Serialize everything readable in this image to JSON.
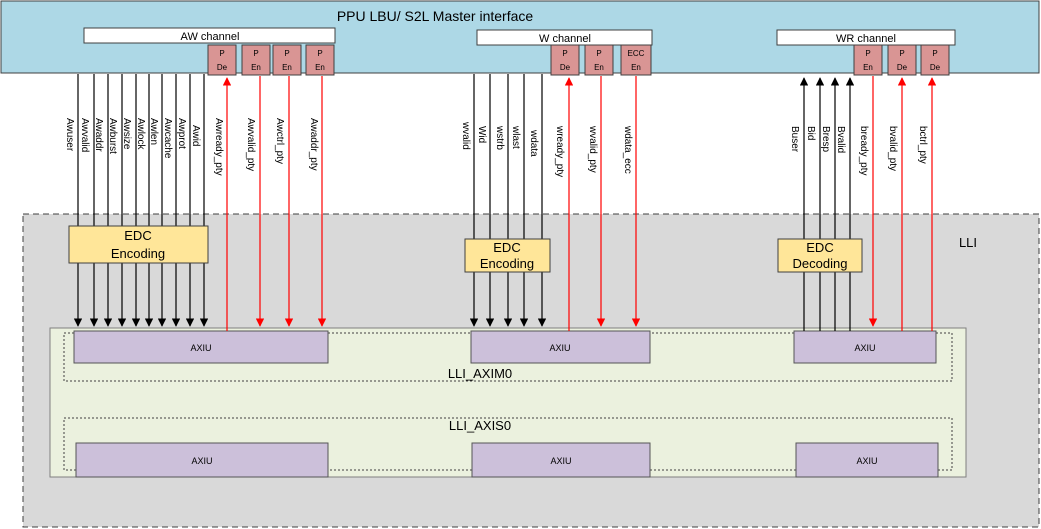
{
  "header": {
    "title": "PPU LBU/ S2L Master interface"
  },
  "channels": [
    {
      "id": "aw",
      "label": "AW channel"
    },
    {
      "id": "w",
      "label": "W channel"
    },
    {
      "id": "wr",
      "label": "WR channel"
    }
  ],
  "parity_boxes": {
    "aw": [
      [
        "P",
        "De"
      ],
      [
        "P",
        "En"
      ],
      [
        "P",
        "En"
      ],
      [
        "P",
        "En"
      ]
    ],
    "w": [
      [
        "P",
        "De"
      ],
      [
        "P",
        "En"
      ],
      [
        "ECC",
        "En"
      ]
    ],
    "wr": [
      [
        "P",
        "En"
      ],
      [
        "P",
        "De"
      ],
      [
        "P",
        "De"
      ]
    ]
  },
  "signals": {
    "aw_down": [
      "Awuser",
      "Awvalid",
      "Awaddr",
      "Awburst",
      "Awsize",
      "Awlock",
      "Awlen",
      "Awcache",
      "Awprot",
      "Awid"
    ],
    "aw_red": [
      "Awready_pty",
      "Awvalid_pty",
      "Awctrl_pty",
      "Awaddr_pty"
    ],
    "w_down": [
      "wvalid",
      "Wid",
      "wstrb",
      "wlast",
      "wdata"
    ],
    "w_red": [
      "wready_pty",
      "wvalid_pty",
      "wdata_ecc"
    ],
    "wr_up": [
      "Buser",
      "Bid",
      "Bresp",
      "Bvalid"
    ],
    "wr_red": [
      "bready_pty",
      "bvalid_pty",
      "bctrl_pty"
    ]
  },
  "edc": {
    "aw": [
      "EDC",
      "Encoding"
    ],
    "w": [
      "EDC",
      "Encoding"
    ],
    "wr": [
      "EDC",
      "Decoding"
    ]
  },
  "lli_label": "LLI",
  "axim_label": "LLI_AXIM0",
  "axis_label": "LLI_AXIS0",
  "axiu_label": "AXIU",
  "colors": {
    "header_fill": "#add8e6",
    "parity_fill": "#d99594",
    "lli_fill": "#d9d9d9",
    "inner_fill": "#ebf1de",
    "axiu_fill": "#ccc0da",
    "edc_fill": "#ffe699",
    "red_arrow": "#ff0000"
  }
}
